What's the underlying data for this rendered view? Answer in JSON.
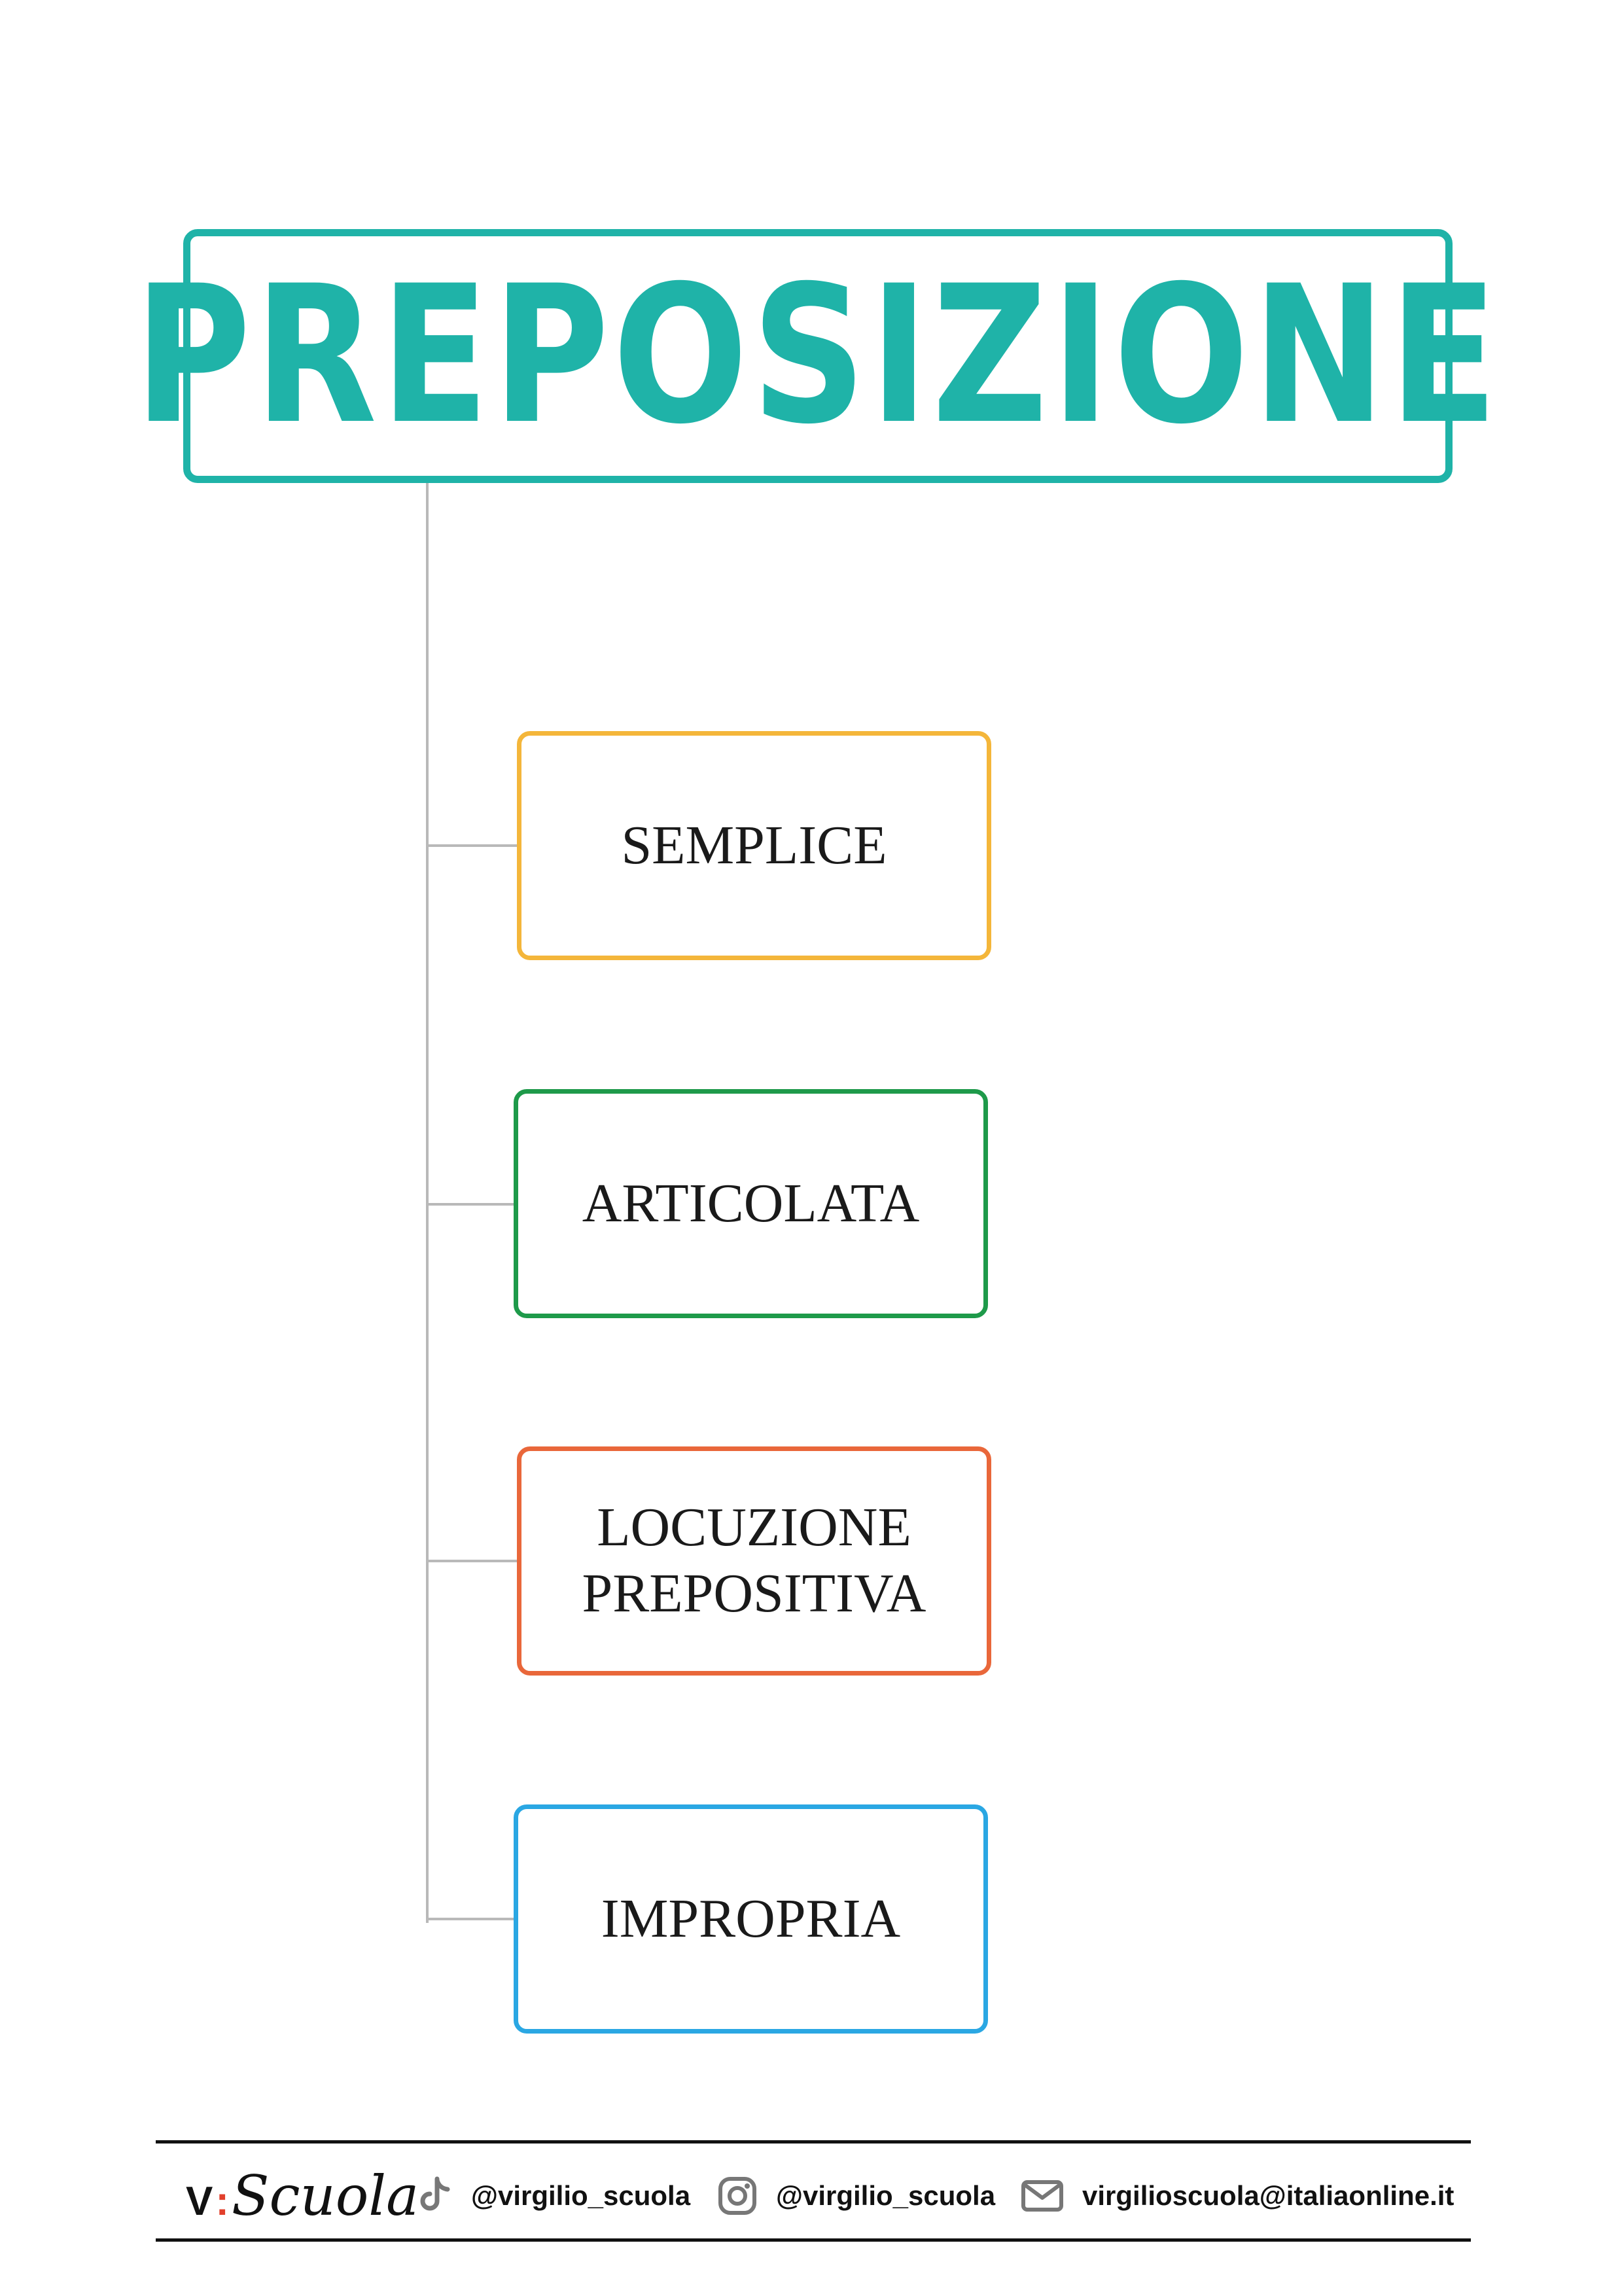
{
  "title": "PREPOSIZIONE",
  "colors": {
    "title": "#1fb3a8",
    "connector": "#b9b9b9",
    "semplice": "#f4b63a",
    "articolata": "#1e9a4a",
    "locuzione": "#e9673a",
    "impropria": "#2aa7e3",
    "brand_colon": "#e2402c"
  },
  "nodes": [
    {
      "label": "SEMPLICE"
    },
    {
      "label": "ARTICOLATA"
    },
    {
      "label": "LOCUZIONE\nPREPOSITIVA"
    },
    {
      "label": "IMPROPRIA"
    }
  ],
  "footer": {
    "brand_v": "V",
    "brand_colon": ":",
    "brand_script": "Scuola",
    "tiktok": {
      "icon": "tiktok-icon",
      "handle": "@virgilio_scuola"
    },
    "instagram": {
      "icon": "instagram-icon",
      "handle": "@virgilio_scuola"
    },
    "email": {
      "icon": "mail-icon",
      "address": "virgilioscuola@italiaonline.it"
    }
  }
}
